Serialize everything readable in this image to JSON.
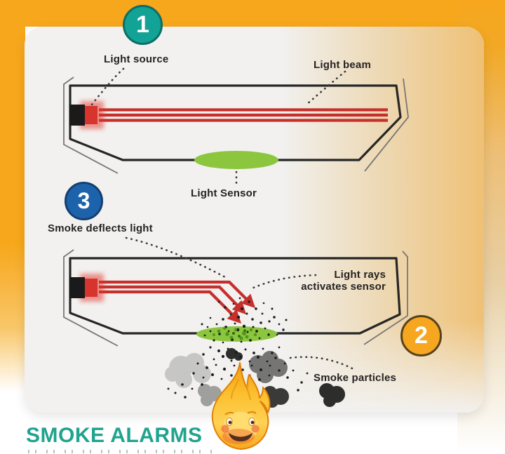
{
  "colors": {
    "band_orange": "#f7a71b",
    "tan_tint": "#e8bc6a",
    "card_gray": "#f2f1ef",
    "beam_red": "#c5302c",
    "sensor_green": "#8cc63e",
    "smoke_dark": "#2d2d2b",
    "title_teal": "#20a38f",
    "label_black": "#262223"
  },
  "badges": {
    "step1": {
      "number": "1",
      "fill": "#13a296",
      "border": "#0c6e67"
    },
    "step2": {
      "number": "2",
      "fill": "#f7a61f",
      "border": "#55431d"
    },
    "step3": {
      "number": "3",
      "fill": "#1c63ac",
      "border": "#143f70"
    }
  },
  "labels": {
    "light_source": "Light source",
    "light_beam": "Light beam",
    "light_sensor": "Light Sensor",
    "smoke_deflects_light": "Smoke deflects light",
    "light_rays_line1": "Light rays",
    "light_rays_line2": "activates sensor",
    "smoke_particles": "Smoke particles"
  },
  "footer": {
    "title": "SMOKE ALARMS"
  }
}
